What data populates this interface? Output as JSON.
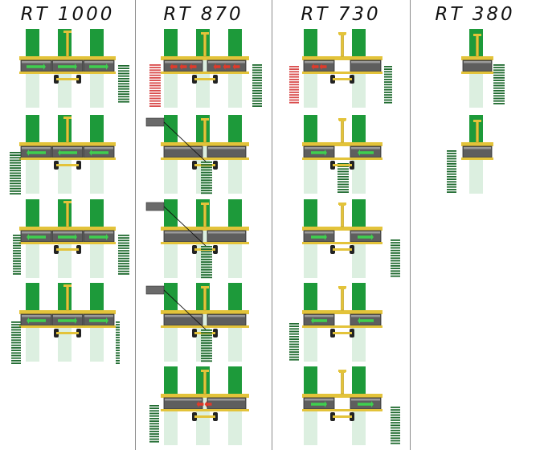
{
  "columns": [
    {
      "title": "RT 1000",
      "panel_count": 4
    },
    {
      "title": "RT 870",
      "panel_count": 5
    },
    {
      "title": "RT 730",
      "panel_count": 5
    },
    {
      "title": "RT 380",
      "panel_count": 2
    }
  ],
  "colors": {
    "crop_row": "#1d9a3a",
    "stubble_strip": "#dcefe0",
    "frame": "#e3c33a",
    "rotor_box": "#5e5e5e",
    "arrow_green": "#3fcf4f",
    "arrow_red": "#e03a2a",
    "swath_green": "#1f6a2f",
    "swath_red": "#d94b4b"
  }
}
